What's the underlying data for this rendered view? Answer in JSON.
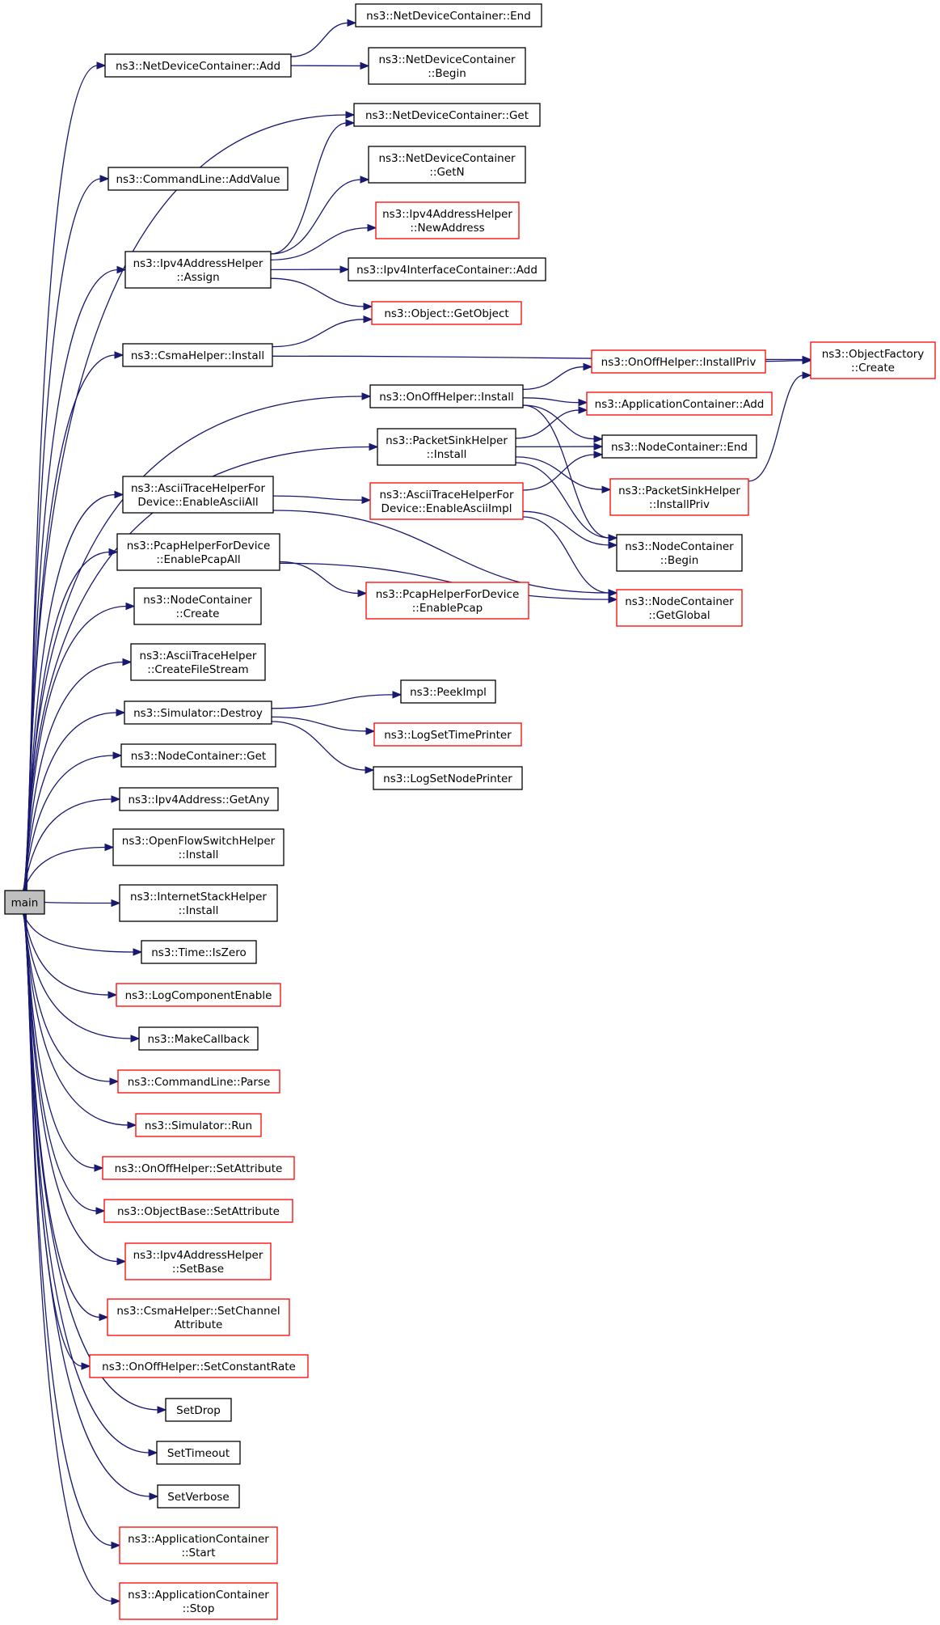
{
  "colors": {
    "edge": "#191970",
    "normal_border": "#000000",
    "highlight_border": "#ff0000",
    "root_fill": "#bfbfbf",
    "node_fill": "#ffffff"
  },
  "nodes": [
    {
      "id": "main",
      "lines": [
        "main"
      ],
      "style": "root"
    },
    {
      "id": "ndc_add",
      "lines": [
        "ns3::NetDeviceContainer::Add"
      ],
      "style": "normal"
    },
    {
      "id": "ndc_end",
      "lines": [
        "ns3::NetDeviceContainer::End"
      ],
      "style": "normal"
    },
    {
      "id": "ndc_begin",
      "lines": [
        "ns3::NetDeviceContainer",
        "::Begin"
      ],
      "style": "normal"
    },
    {
      "id": "ndc_get",
      "lines": [
        "ns3::NetDeviceContainer::Get"
      ],
      "style": "normal"
    },
    {
      "id": "ndc_getn",
      "lines": [
        "ns3::NetDeviceContainer",
        "::GetN"
      ],
      "style": "normal"
    },
    {
      "id": "cl_addvalue",
      "lines": [
        "ns3::CommandLine::AddValue"
      ],
      "style": "normal"
    },
    {
      "id": "ipv4ah_newaddr",
      "lines": [
        "ns3::Ipv4AddressHelper",
        "::NewAddress"
      ],
      "style": "red"
    },
    {
      "id": "ipv4ah_assign",
      "lines": [
        "ns3::Ipv4AddressHelper",
        "::Assign"
      ],
      "style": "normal"
    },
    {
      "id": "ipv4ic_add",
      "lines": [
        "ns3::Ipv4InterfaceContainer::Add"
      ],
      "style": "normal"
    },
    {
      "id": "obj_getobject",
      "lines": [
        "ns3::Object::GetObject"
      ],
      "style": "red"
    },
    {
      "id": "csma_install",
      "lines": [
        "ns3::CsmaHelper::Install"
      ],
      "style": "normal"
    },
    {
      "id": "of_create",
      "lines": [
        "ns3::ObjectFactory",
        "::Create"
      ],
      "style": "red"
    },
    {
      "id": "onoff_installpriv",
      "lines": [
        "ns3::OnOffHelper::InstallPriv"
      ],
      "style": "red"
    },
    {
      "id": "onoff_install",
      "lines": [
        "ns3::OnOffHelper::Install"
      ],
      "style": "normal"
    },
    {
      "id": "ac_add",
      "lines": [
        "ns3::ApplicationContainer::Add"
      ],
      "style": "red"
    },
    {
      "id": "psh_install",
      "lines": [
        "ns3::PacketSinkHelper",
        "::Install"
      ],
      "style": "normal"
    },
    {
      "id": "nc_end",
      "lines": [
        "ns3::NodeContainer::End"
      ],
      "style": "normal"
    },
    {
      "id": "atfd_enableall",
      "lines": [
        "ns3::AsciiTraceHelperFor",
        "Device::EnableAsciiAll"
      ],
      "style": "normal"
    },
    {
      "id": "atfd_enableimpl",
      "lines": [
        "ns3::AsciiTraceHelperFor",
        "Device::EnableAsciiImpl"
      ],
      "style": "red"
    },
    {
      "id": "psh_installpriv",
      "lines": [
        "ns3::PacketSinkHelper",
        "::InstallPriv"
      ],
      "style": "red"
    },
    {
      "id": "nc_begin",
      "lines": [
        "ns3::NodeContainer",
        "::Begin"
      ],
      "style": "normal"
    },
    {
      "id": "phfd_enableall",
      "lines": [
        "ns3::PcapHelperForDevice",
        "::EnablePcapAll"
      ],
      "style": "normal"
    },
    {
      "id": "phfd_enablepcap",
      "lines": [
        "ns3::PcapHelperForDevice",
        "::EnablePcap"
      ],
      "style": "red"
    },
    {
      "id": "nc_getglobal",
      "lines": [
        "ns3::NodeContainer",
        "::GetGlobal"
      ],
      "style": "red"
    },
    {
      "id": "nc_create",
      "lines": [
        "ns3::NodeContainer",
        "::Create"
      ],
      "style": "normal"
    },
    {
      "id": "ath_createfs",
      "lines": [
        "ns3::AsciiTraceHelper",
        "::CreateFileStream"
      ],
      "style": "normal"
    },
    {
      "id": "sim_destroy",
      "lines": [
        "ns3::Simulator::Destroy"
      ],
      "style": "normal"
    },
    {
      "id": "peekimpl",
      "lines": [
        "ns3::PeekImpl"
      ],
      "style": "normal"
    },
    {
      "id": "logsettime",
      "lines": [
        "ns3::LogSetTimePrinter"
      ],
      "style": "red"
    },
    {
      "id": "logsetnode",
      "lines": [
        "ns3::LogSetNodePrinter"
      ],
      "style": "normal"
    },
    {
      "id": "nc_get",
      "lines": [
        "ns3::NodeContainer::Get"
      ],
      "style": "normal"
    },
    {
      "id": "ipv4_getany",
      "lines": [
        "ns3::Ipv4Address::GetAny"
      ],
      "style": "normal"
    },
    {
      "id": "ofsh_install",
      "lines": [
        "ns3::OpenFlowSwitchHelper",
        "::Install"
      ],
      "style": "normal"
    },
    {
      "id": "ish_install",
      "lines": [
        "ns3::InternetStackHelper",
        "::Install"
      ],
      "style": "normal"
    },
    {
      "id": "time_iszero",
      "lines": [
        "ns3::Time::IsZero"
      ],
      "style": "normal"
    },
    {
      "id": "logcompenable",
      "lines": [
        "ns3::LogComponentEnable"
      ],
      "style": "red"
    },
    {
      "id": "makecallback",
      "lines": [
        "ns3::MakeCallback"
      ],
      "style": "normal"
    },
    {
      "id": "cl_parse",
      "lines": [
        "ns3::CommandLine::Parse"
      ],
      "style": "red"
    },
    {
      "id": "sim_run",
      "lines": [
        "ns3::Simulator::Run"
      ],
      "style": "red"
    },
    {
      "id": "onoff_setattr",
      "lines": [
        "ns3::OnOffHelper::SetAttribute"
      ],
      "style": "red"
    },
    {
      "id": "ob_setattr",
      "lines": [
        "ns3::ObjectBase::SetAttribute"
      ],
      "style": "red"
    },
    {
      "id": "ipv4ah_setbase",
      "lines": [
        "ns3::Ipv4AddressHelper",
        "::SetBase"
      ],
      "style": "red"
    },
    {
      "id": "csma_setchan",
      "lines": [
        "ns3::CsmaHelper::SetChannel",
        "Attribute"
      ],
      "style": "red"
    },
    {
      "id": "onoff_setconst",
      "lines": [
        "ns3::OnOffHelper::SetConstantRate"
      ],
      "style": "red"
    },
    {
      "id": "setdrop",
      "lines": [
        "SetDrop"
      ],
      "style": "normal"
    },
    {
      "id": "settimeout",
      "lines": [
        "SetTimeout"
      ],
      "style": "normal"
    },
    {
      "id": "setverbose",
      "lines": [
        "SetVerbose"
      ],
      "style": "normal"
    },
    {
      "id": "ac_start",
      "lines": [
        "ns3::ApplicationContainer",
        "::Start"
      ],
      "style": "red"
    },
    {
      "id": "ac_stop",
      "lines": [
        "ns3::ApplicationContainer",
        "::Stop"
      ],
      "style": "red"
    }
  ],
  "edges": [
    [
      "main",
      "ndc_add"
    ],
    [
      "main",
      "cl_addvalue"
    ],
    [
      "main",
      "ndc_get"
    ],
    [
      "main",
      "ipv4ah_assign"
    ],
    [
      "main",
      "csma_install"
    ],
    [
      "main",
      "onoff_install"
    ],
    [
      "main",
      "psh_install"
    ],
    [
      "main",
      "atfd_enableall"
    ],
    [
      "main",
      "phfd_enableall"
    ],
    [
      "main",
      "nc_create"
    ],
    [
      "main",
      "ath_createfs"
    ],
    [
      "main",
      "sim_destroy"
    ],
    [
      "main",
      "nc_get"
    ],
    [
      "main",
      "ipv4_getany"
    ],
    [
      "main",
      "ofsh_install"
    ],
    [
      "main",
      "ish_install"
    ],
    [
      "main",
      "time_iszero"
    ],
    [
      "main",
      "logcompenable"
    ],
    [
      "main",
      "makecallback"
    ],
    [
      "main",
      "cl_parse"
    ],
    [
      "main",
      "sim_run"
    ],
    [
      "main",
      "onoff_setattr"
    ],
    [
      "main",
      "ob_setattr"
    ],
    [
      "main",
      "ipv4ah_setbase"
    ],
    [
      "main",
      "csma_setchan"
    ],
    [
      "main",
      "onoff_setconst"
    ],
    [
      "main",
      "setdrop"
    ],
    [
      "main",
      "settimeout"
    ],
    [
      "main",
      "setverbose"
    ],
    [
      "main",
      "ac_start"
    ],
    [
      "main",
      "ac_stop"
    ],
    [
      "ndc_add",
      "ndc_end"
    ],
    [
      "ndc_add",
      "ndc_begin"
    ],
    [
      "ipv4ah_assign",
      "ndc_get"
    ],
    [
      "ipv4ah_assign",
      "ndc_getn"
    ],
    [
      "ipv4ah_assign",
      "ipv4ah_newaddr"
    ],
    [
      "ipv4ah_assign",
      "ipv4ic_add"
    ],
    [
      "ipv4ah_assign",
      "obj_getobject"
    ],
    [
      "csma_install",
      "obj_getobject"
    ],
    [
      "csma_install",
      "of_create"
    ],
    [
      "onoff_install",
      "onoff_installpriv"
    ],
    [
      "onoff_install",
      "ac_add"
    ],
    [
      "onoff_install",
      "nc_end"
    ],
    [
      "onoff_install",
      "nc_begin"
    ],
    [
      "onoff_installpriv",
      "of_create"
    ],
    [
      "psh_install",
      "ac_add"
    ],
    [
      "psh_install",
      "nc_end"
    ],
    [
      "psh_install",
      "psh_installpriv"
    ],
    [
      "psh_install",
      "nc_begin"
    ],
    [
      "psh_installpriv",
      "of_create"
    ],
    [
      "atfd_enableall",
      "atfd_enableimpl"
    ],
    [
      "atfd_enableall",
      "nc_getglobal"
    ],
    [
      "atfd_enableimpl",
      "nc_end"
    ],
    [
      "atfd_enableimpl",
      "nc_begin"
    ],
    [
      "atfd_enableimpl",
      "nc_getglobal"
    ],
    [
      "phfd_enableall",
      "phfd_enablepcap"
    ],
    [
      "phfd_enableall",
      "nc_getglobal"
    ],
    [
      "sim_destroy",
      "peekimpl"
    ],
    [
      "sim_destroy",
      "logsettime"
    ],
    [
      "sim_destroy",
      "logsetnode"
    ]
  ]
}
